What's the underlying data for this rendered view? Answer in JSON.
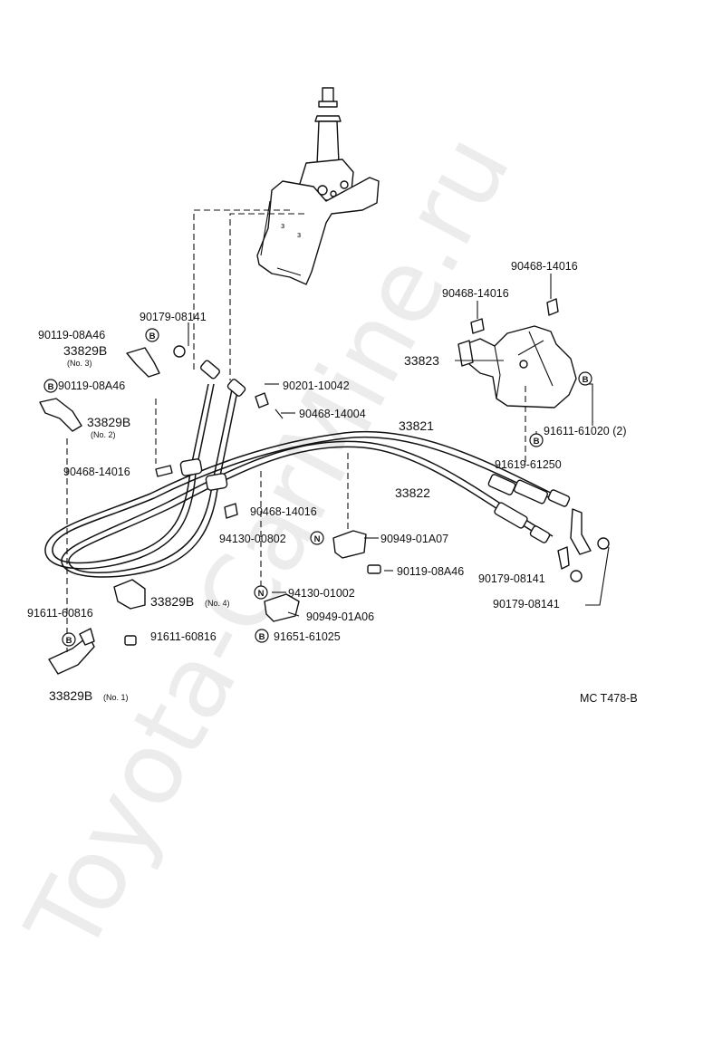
{
  "diagram": {
    "ref_code": "MC T478-B",
    "watermark": "Toyota-CarMine.ru",
    "labels": {
      "l1": "90468-14016",
      "l2": "90468-14016",
      "l3": "90179-08141",
      "l4": "90119-08A46",
      "l5": "33829B",
      "l5n": "(No. 3)",
      "l6": "33823",
      "l7": "90119-08A46",
      "l8": "90201-10042",
      "l9": "33829B",
      "l9n": "(No. 2)",
      "l10": "90468-14004",
      "l11": "33821",
      "l12": "91611-61020 (2)",
      "l13": "91619-61250",
      "l14": "33822",
      "l15": "90468-14016",
      "l16": "90468-14016",
      "l17": "94130-00802",
      "l18": "90949-01A07",
      "l19": "90119-08A46",
      "l20": "90179-08141",
      "l21": "33829B",
      "l21n": "(No. 4)",
      "l22": "94130-01002",
      "l23": "90179-08141",
      "l24": "91611-60816",
      "l25": "90949-01A06",
      "l26": "91611-60816",
      "l27": "91651-61025",
      "l28": "33829B",
      "l28n": "(No. 1)"
    },
    "markers": {
      "bolt": "B",
      "nut": "N"
    }
  }
}
